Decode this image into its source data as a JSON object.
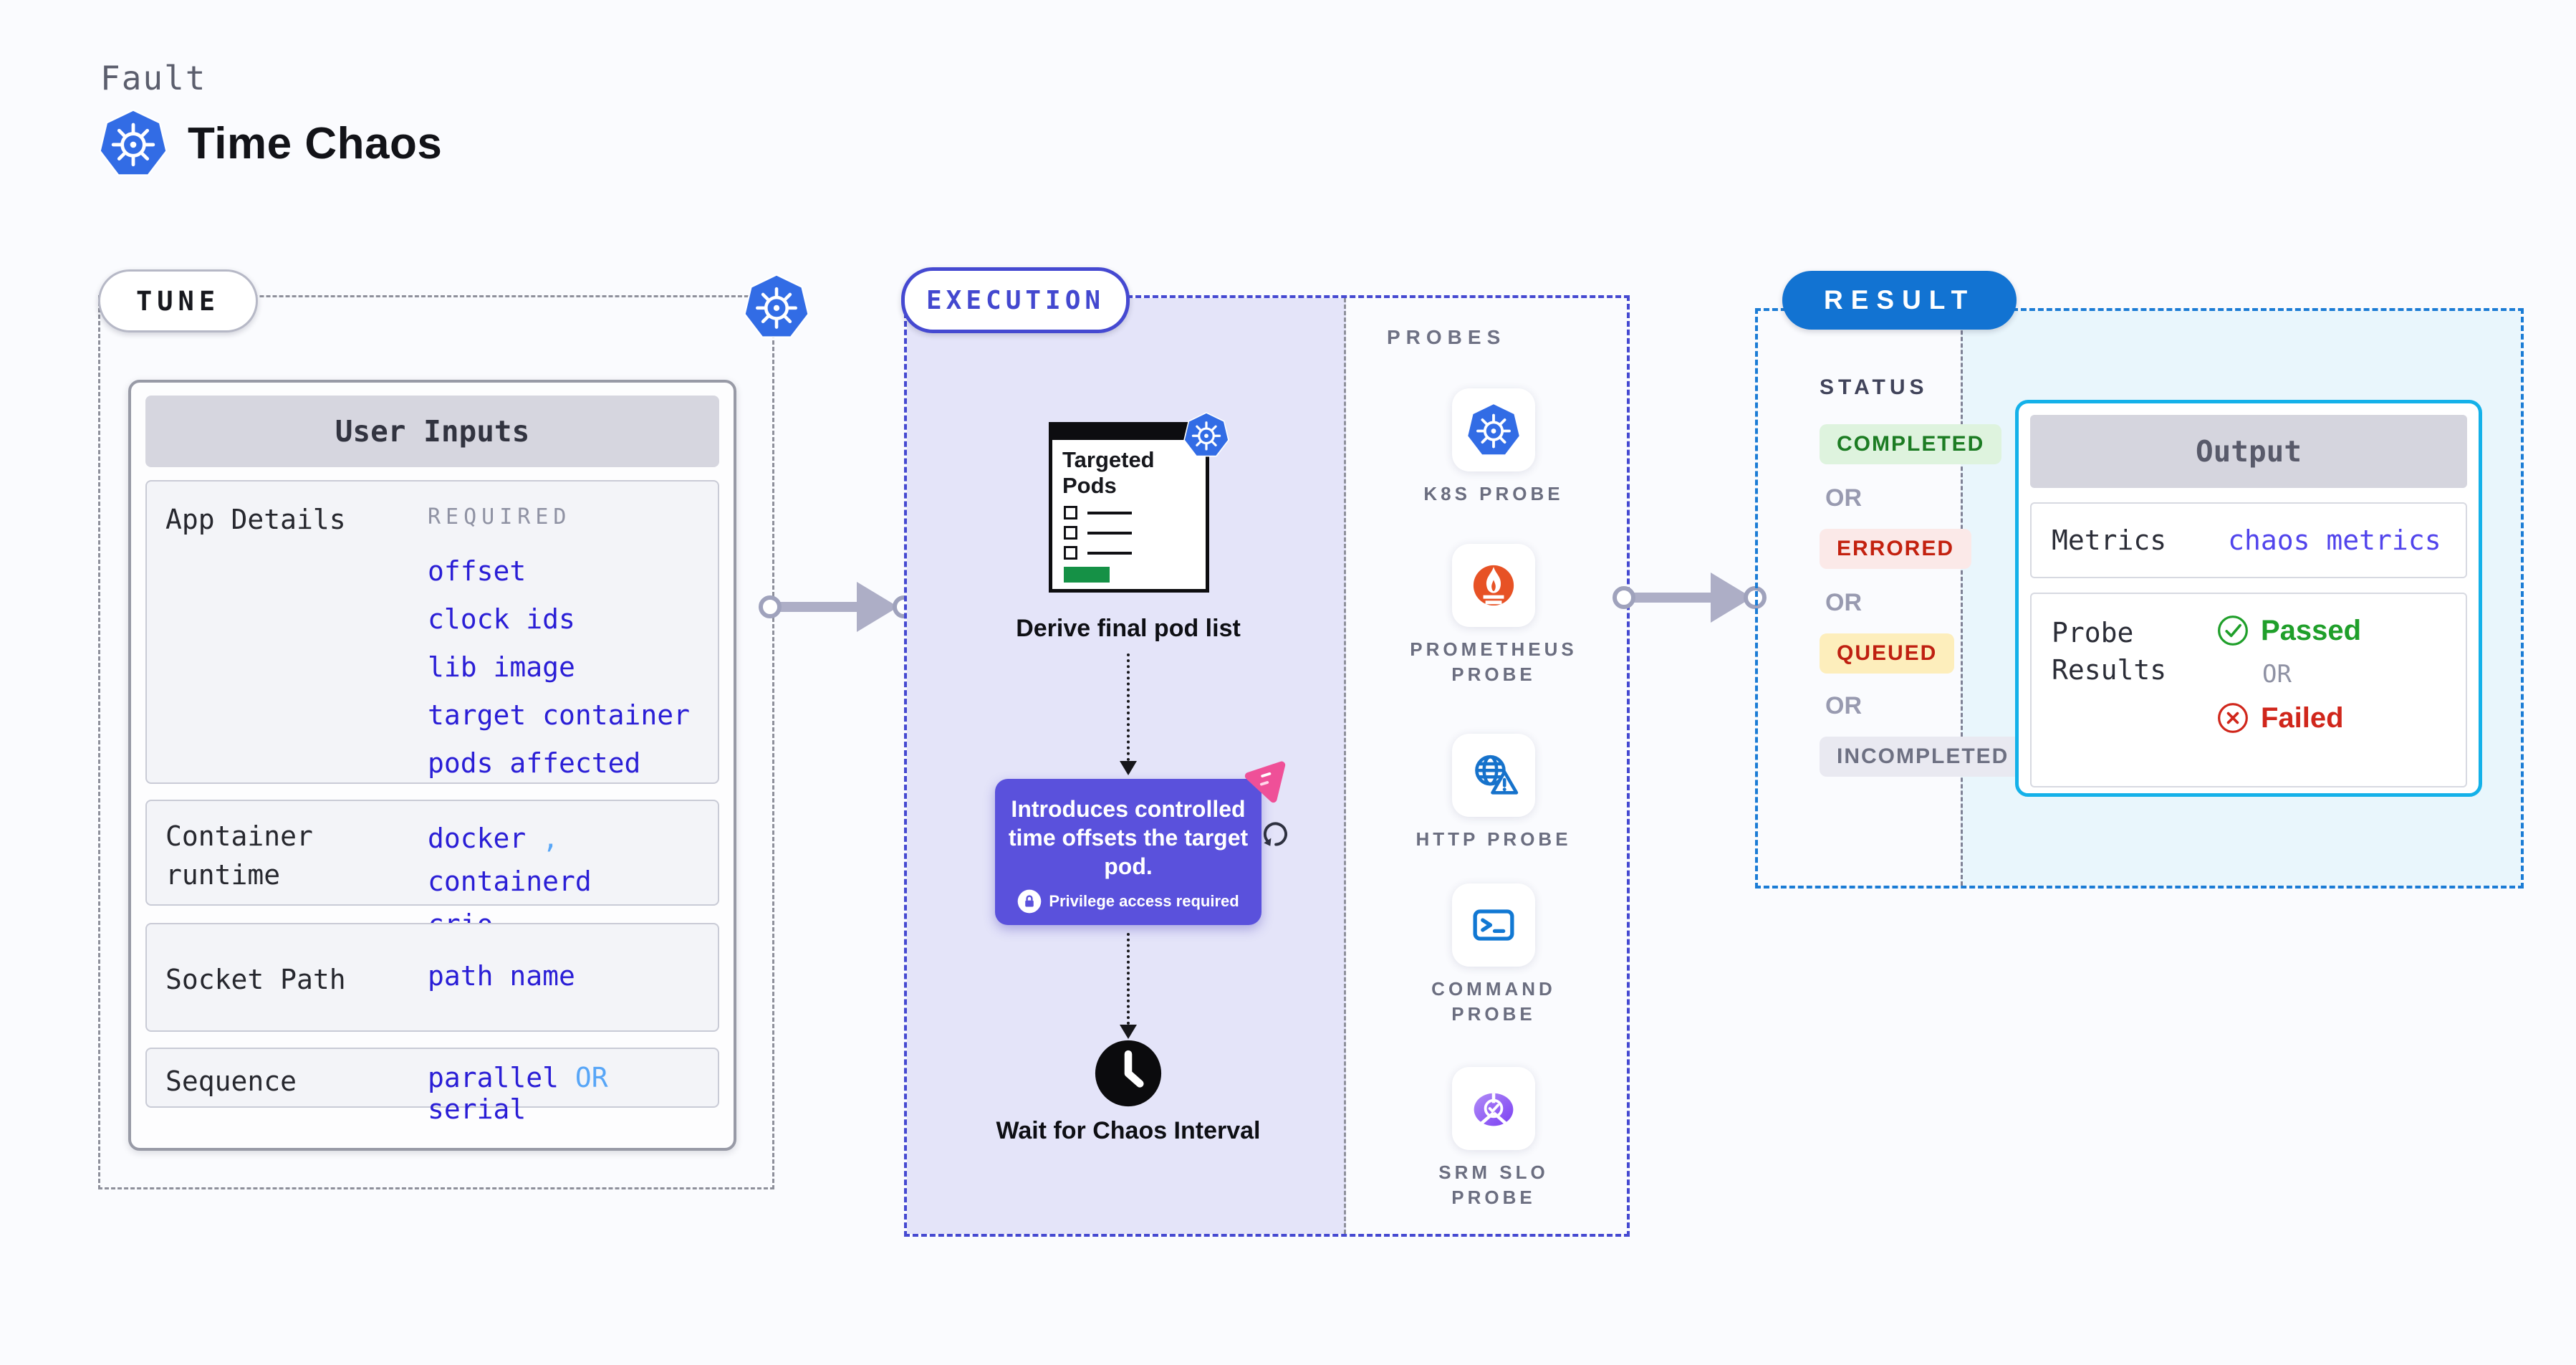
{
  "header": {
    "eyebrow": "Fault",
    "title": "Time Chaos",
    "icon": "kubernetes-icon"
  },
  "tune": {
    "badge": "TUNE",
    "user_inputs_title": "User Inputs",
    "app_details": {
      "label": "App Details",
      "required_label": "REQUIRED",
      "links": [
        "offset",
        "clock ids",
        "lib image",
        "target container",
        "pods affected perc"
      ]
    },
    "container_runtime": {
      "label": "Container runtime",
      "values": [
        "docker",
        "containerd",
        "crio"
      ],
      "separator": ","
    },
    "socket_path": {
      "label": "Socket Path",
      "value": "path name"
    },
    "sequence": {
      "label": "Sequence",
      "value_a": "parallel",
      "or": "OR",
      "value_b": "serial"
    }
  },
  "execution": {
    "badge": "EXECUTION",
    "targeted_pods_title": "Targeted Pods",
    "derive_label": "Derive final pod list",
    "tooltip": {
      "text": "Introduces controlled time offsets the target pod.",
      "note": "Privilege access required",
      "icon": "lock-icon"
    },
    "wait_label": "Wait for Chaos Interval"
  },
  "probes": {
    "title": "PROBES",
    "items": [
      {
        "label": "K8S PROBE",
        "icon": "kubernetes-icon"
      },
      {
        "label": "PROMETHEUS PROBE",
        "icon": "prometheus-icon"
      },
      {
        "label": "HTTP PROBE",
        "icon": "globe-warning-icon"
      },
      {
        "label": "COMMAND PROBE",
        "icon": "terminal-icon"
      },
      {
        "label": "SRM SLO PROBE",
        "icon": "slo-check-icon"
      }
    ]
  },
  "result": {
    "badge": "RESULT",
    "status_title": "STATUS",
    "or_label": "OR",
    "statuses": [
      {
        "label": "COMPLETED",
        "type": "success"
      },
      {
        "label": "ERRORED",
        "type": "error"
      },
      {
        "label": "QUEUED",
        "type": "warning"
      },
      {
        "label": "INCOMPLETED",
        "type": "neutral"
      }
    ],
    "output": {
      "title": "Output",
      "metrics_label": "Metrics",
      "metrics_value": "chaos metrics",
      "probe_results_label": "Probe Results",
      "passed": "Passed",
      "or": "OR",
      "failed": "Failed"
    }
  },
  "colors": {
    "page_bg": "#fafbfe",
    "tune_link_blue": "#2a1ed6",
    "light_blue_accent": "#58a6f7",
    "execution_border": "#4549d1",
    "execution_bg": "#e4e4f9",
    "tooltip_purple": "#5a51dc",
    "pink_accent": "#ef5098",
    "result_blue": "#1273d2",
    "output_cyan_border": "#14b1e9",
    "output_cyan_bg": "#e9f6fc",
    "completed_green": "#1c7c23",
    "errored_red": "#c3210f",
    "queued_yellow_bg": "#fdeebc",
    "passed_green": "#1f9f2a",
    "failed_red": "#d0261b",
    "metrics_violet": "#5144ec",
    "prometheus_orange": "#e75225",
    "kubernetes_blue": "#326ce5"
  }
}
